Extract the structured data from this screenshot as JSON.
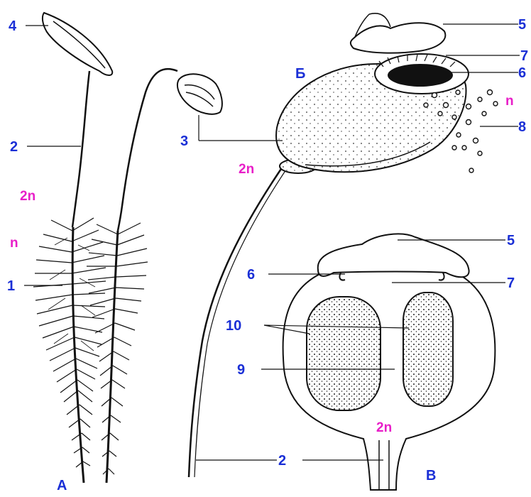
{
  "colors": {
    "label": "#1a2fd6",
    "ploidy": "#e81ec8",
    "ink": "#111111"
  },
  "panels": {
    "a": "А",
    "b": "Б",
    "c": "В"
  },
  "ploidy": {
    "diploid": "2n",
    "haploid": "n"
  },
  "numbers": [
    "1",
    "2",
    "3",
    "4",
    "5",
    "6",
    "7",
    "8",
    "9",
    "10"
  ]
}
